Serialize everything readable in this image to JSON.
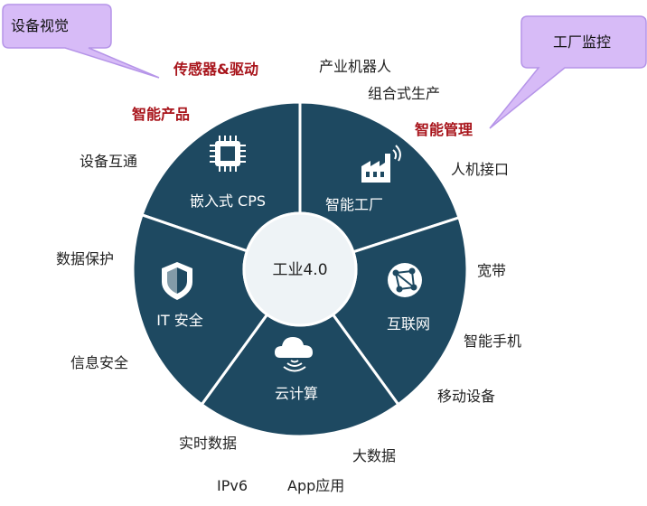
{
  "center": "工业4.0",
  "segments": [
    {
      "label": "嵌入式 CPS",
      "icon": "chip-icon"
    },
    {
      "label": "智能工厂",
      "icon": "factory-icon"
    },
    {
      "label": "互联网",
      "icon": "globe-network-icon"
    },
    {
      "label": "云计算",
      "icon": "cloud-icon"
    },
    {
      "label": "IT 安全",
      "icon": "shield-icon"
    }
  ],
  "callouts": [
    {
      "text": "设备视觉"
    },
    {
      "text": "工厂监控"
    }
  ],
  "labels": {
    "sensor_drive": "传感器&驱动",
    "smart_product": "智能产品",
    "smart_management": "智能管理",
    "industrial_robot": "产业机器人",
    "modular_production": "组合式生产",
    "hmi": "人机接口",
    "device_interconnect": "设备互通",
    "data_protection": "数据保护",
    "info_security": "信息安全",
    "broadband": "宽带",
    "smartphone": "智能手机",
    "mobile_device": "移动设备",
    "realtime_data": "实时数据",
    "big_data": "大数据",
    "ipv6": "IPv6",
    "app": "App应用"
  },
  "colors": {
    "segment": "#1e4961",
    "center": "#eef3f6",
    "callout": "#d7bbf7",
    "callout_border": "#b594e8",
    "accent_red": "#a8141b"
  }
}
